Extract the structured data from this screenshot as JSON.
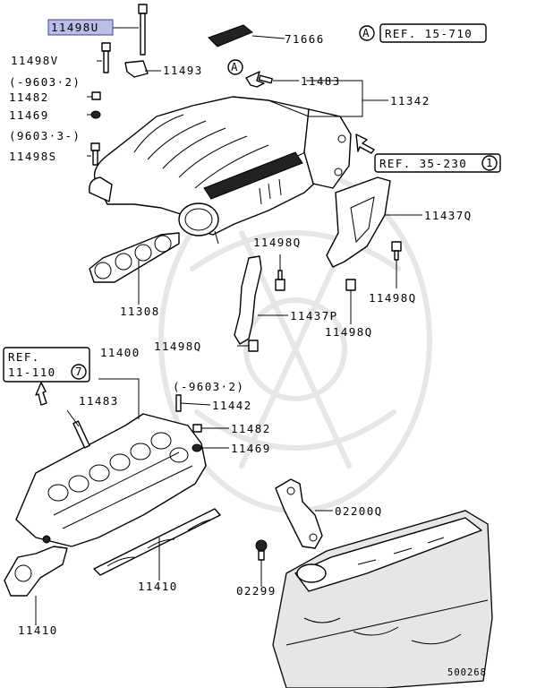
{
  "labels": {
    "p11498U": "11498U",
    "p71666": "71666",
    "refA": "A",
    "ref15_710": "REF. 15-710",
    "p11498V": "11498V",
    "p11493": "11493",
    "calloutA": "A",
    "p11483_top": "11483",
    "date_9603_2_top": "(-9603·2)",
    "p11482_top": "11482",
    "p11469_top": "11469",
    "p11342": "11342",
    "date_9603_3": "(9603·3-)",
    "p11498S": "11498S",
    "ref35_230": "REF. 35-230",
    "ref35_230_num": "1",
    "p11437Q": "11437Q",
    "p11498Q_a": "11498Q",
    "p11498Q_b": "11498Q",
    "p11308": "11308",
    "p11437P": "11437P",
    "p11498Q_c": "11498Q",
    "p11498Q_d": "11498Q",
    "ref11_110_line1": "REF.",
    "ref11_110_line2": "11-110",
    "ref11_110_num": "7",
    "p11400": "11400",
    "p11483_bottom": "11483",
    "date_9603_2_bottom": "(-9603·2)",
    "p11442": "11442",
    "p11482_bottom": "11482",
    "p11469_bottom": "11469",
    "p02200Q": "02200Q",
    "p11410_a": "11410",
    "p02299": "02299",
    "p11410_b": "11410",
    "diagram_id": "500268"
  },
  "colors": {
    "highlight": "#b9bde8",
    "highlight_border": "#3b3f99",
    "ink": "#000000",
    "watermark": "#e6e6e6"
  }
}
